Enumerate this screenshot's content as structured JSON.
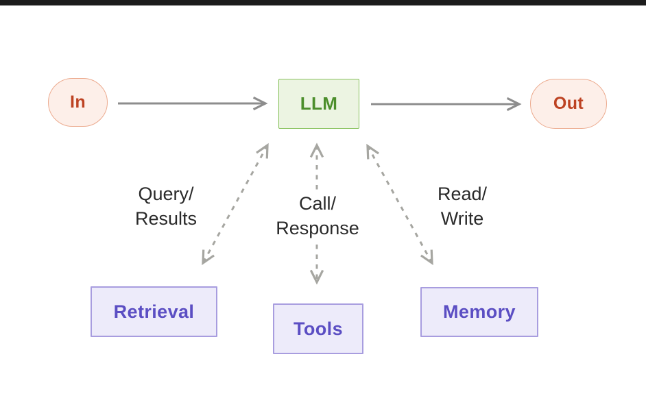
{
  "diagram": {
    "nodes": {
      "in": {
        "label": "In"
      },
      "llm": {
        "label": "LLM"
      },
      "out": {
        "label": "Out"
      },
      "retrieval": {
        "label": "Retrieval"
      },
      "tools": {
        "label": "Tools"
      },
      "memory": {
        "label": "Memory"
      }
    },
    "edge_labels": {
      "query_results": {
        "line1": "Query/",
        "line2": "Results"
      },
      "call_response": {
        "line1": "Call/",
        "line2": "Response"
      },
      "read_write": {
        "line1": "Read/",
        "line2": "Write"
      }
    }
  },
  "colors": {
    "page_bg": "#ffffff",
    "top_bar": "#1c1c1c",
    "inout_fill": "#fdefe9",
    "inout_border": "#ecaa8e",
    "inout_text": "#bd4222",
    "llm_fill": "#ecf4e2",
    "llm_border": "#86c05a",
    "llm_text": "#4c8e2b",
    "module_fill": "#edebfa",
    "module_border": "#a89ddf",
    "module_text": "#5b4ec3",
    "solid_arrow": "#8d8d8d",
    "dashed_arrow": "#a6a6a1",
    "label_text": "#2a2a2a"
  }
}
